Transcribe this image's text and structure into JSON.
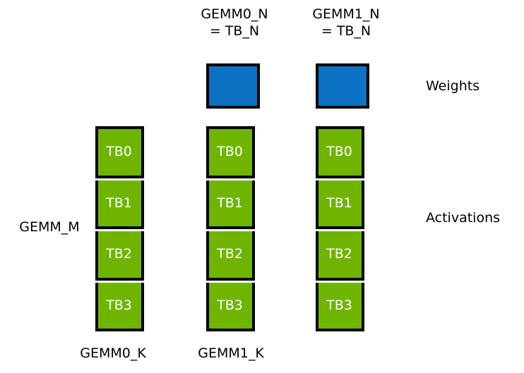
{
  "diagram": {
    "title_labels": {
      "gemm0_n": "GEMM0_N\n= TB_N",
      "gemm1_n": "GEMM1_N\n= TB_N"
    },
    "side_labels": {
      "gemm_m": "GEMM_M",
      "weights": "Weights",
      "activations": "Activations"
    },
    "bottom_labels": {
      "gemm0_k": "GEMM0_K",
      "gemm1_k": "GEMM1_K"
    },
    "colors": {
      "weight_fill": "#0C73C2",
      "activation_fill": "#6FB500",
      "border": "#000000",
      "cell_text": "#FFFFFF",
      "label_text": "#000000",
      "background": "#FFFFFF"
    },
    "weight_boxes": [
      {
        "id": "weight-box-0",
        "label": ""
      },
      {
        "id": "weight-box-1",
        "label": ""
      }
    ],
    "activation_columns": [
      {
        "id": "activation-column-0",
        "cells": [
          {
            "label": "TB0"
          },
          {
            "label": "TB1"
          },
          {
            "label": "TB2"
          },
          {
            "label": "TB3"
          }
        ]
      },
      {
        "id": "activation-column-1",
        "cells": [
          {
            "label": "TB0"
          },
          {
            "label": "TB1"
          },
          {
            "label": "TB2"
          },
          {
            "label": "TB3"
          }
        ]
      },
      {
        "id": "activation-column-2",
        "cells": [
          {
            "label": "TB0"
          },
          {
            "label": "TB1"
          },
          {
            "label": "TB2"
          },
          {
            "label": "TB3"
          }
        ]
      }
    ]
  }
}
